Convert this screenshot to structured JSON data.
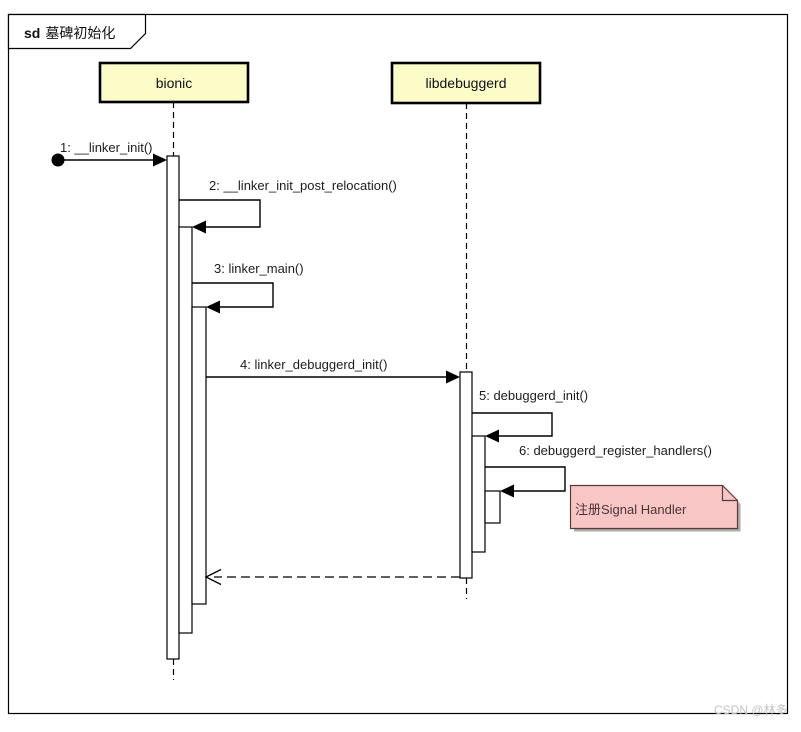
{
  "frame": {
    "keyword": "sd",
    "title": "墓碑初始化"
  },
  "lifelines": [
    {
      "name": "bionic"
    },
    {
      "name": "libdebuggerd"
    }
  ],
  "messages": [
    {
      "label": "1: __linker_init()",
      "kind": "sync-call",
      "from": "start-point",
      "to": "bionic"
    },
    {
      "label": "2: __linker_init_post_relocation()",
      "kind": "self-call",
      "from": "bionic",
      "to": "bionic"
    },
    {
      "label": "3: linker_main()",
      "kind": "self-call",
      "from": "bionic",
      "to": "bionic"
    },
    {
      "label": "4: linker_debuggerd_init()",
      "kind": "sync-call",
      "from": "bionic",
      "to": "libdebuggerd"
    },
    {
      "label": "5: debuggerd_init()",
      "kind": "self-call",
      "from": "libdebuggerd",
      "to": "libdebuggerd"
    },
    {
      "label": "6: debuggerd_register_handlers()",
      "kind": "self-call",
      "from": "libdebuggerd",
      "to": "libdebuggerd"
    },
    {
      "label": "",
      "kind": "return",
      "from": "libdebuggerd",
      "to": "bionic"
    }
  ],
  "note": {
    "text": "注册Signal Handler"
  },
  "watermark": {
    "text": "CSDN @林多"
  },
  "colors": {
    "lifeline_fill": "#fcfcc8",
    "lifeline_border": "#000000",
    "note_fill": "#f9c6c6",
    "note_border": "#5a3a3a",
    "note_shadow": "#ababab",
    "line": "#000000",
    "watermark_text": "#c4c4c4"
  }
}
